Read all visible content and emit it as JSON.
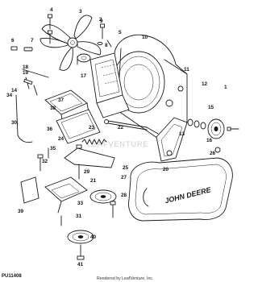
{
  "diagram": {
    "figure_code": "PU11408",
    "credit": "Rendered by LeafVenture, Inc.",
    "watermark": "LEAFVENTURE",
    "shield_logo_text": "JOHN DEERE",
    "callouts": [
      "1",
      "2",
      "3",
      "4",
      "5",
      "6",
      "7",
      "8",
      "9",
      "10",
      "11",
      "12",
      "13",
      "14",
      "15",
      "16",
      "17",
      "18",
      "19",
      "20",
      "21",
      "22",
      "23",
      "24",
      "25",
      "26",
      "27",
      "28",
      "29",
      "30",
      "31",
      "32",
      "33",
      "34",
      "35",
      "36",
      "37",
      "38",
      "39",
      "40",
      "41"
    ]
  }
}
